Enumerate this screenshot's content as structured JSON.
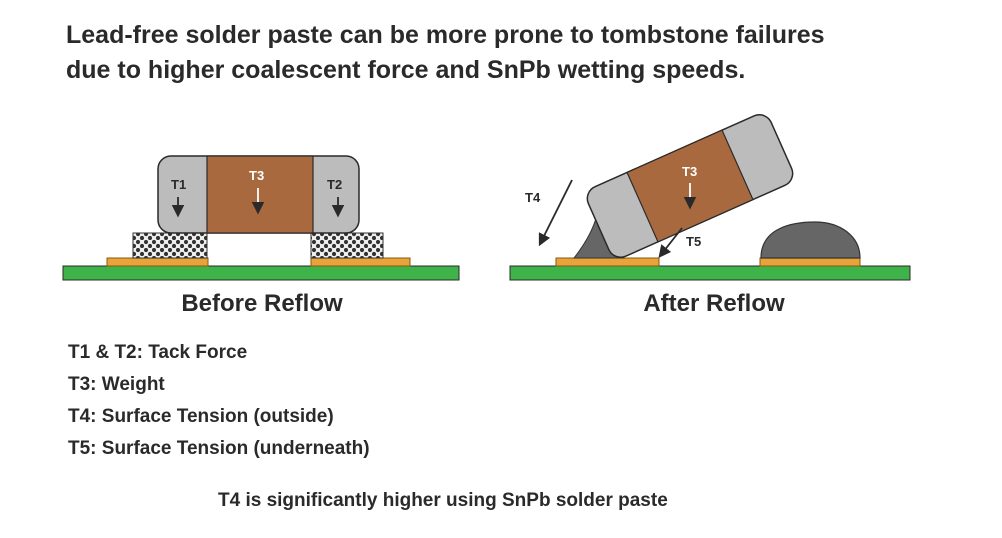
{
  "title_lines": [
    "Lead-free solder paste can be more prone to tombstone failures",
    "due to higher coalescent force and SnPb wetting speeds."
  ],
  "before": {
    "caption": "Before Reflow",
    "labels": {
      "t1": "T1",
      "t2": "T2",
      "t3": "T3"
    }
  },
  "after": {
    "caption": "After Reflow",
    "labels": {
      "t3": "T3",
      "t4": "T4",
      "t5": "T5"
    }
  },
  "legend": [
    "T1 & T2: Tack Force",
    "T3: Weight",
    "T4: Surface Tension (outside)",
    "T5: Surface Tension (underneath)"
  ],
  "note": "T4 is significantly higher using SnPb solder paste",
  "colors": {
    "board": "#3db34a",
    "pad": "#e8a33a",
    "body": "#a8693e",
    "terminal": "#bcbcbc",
    "solder": "#666666",
    "text": "#2a2a2a"
  }
}
